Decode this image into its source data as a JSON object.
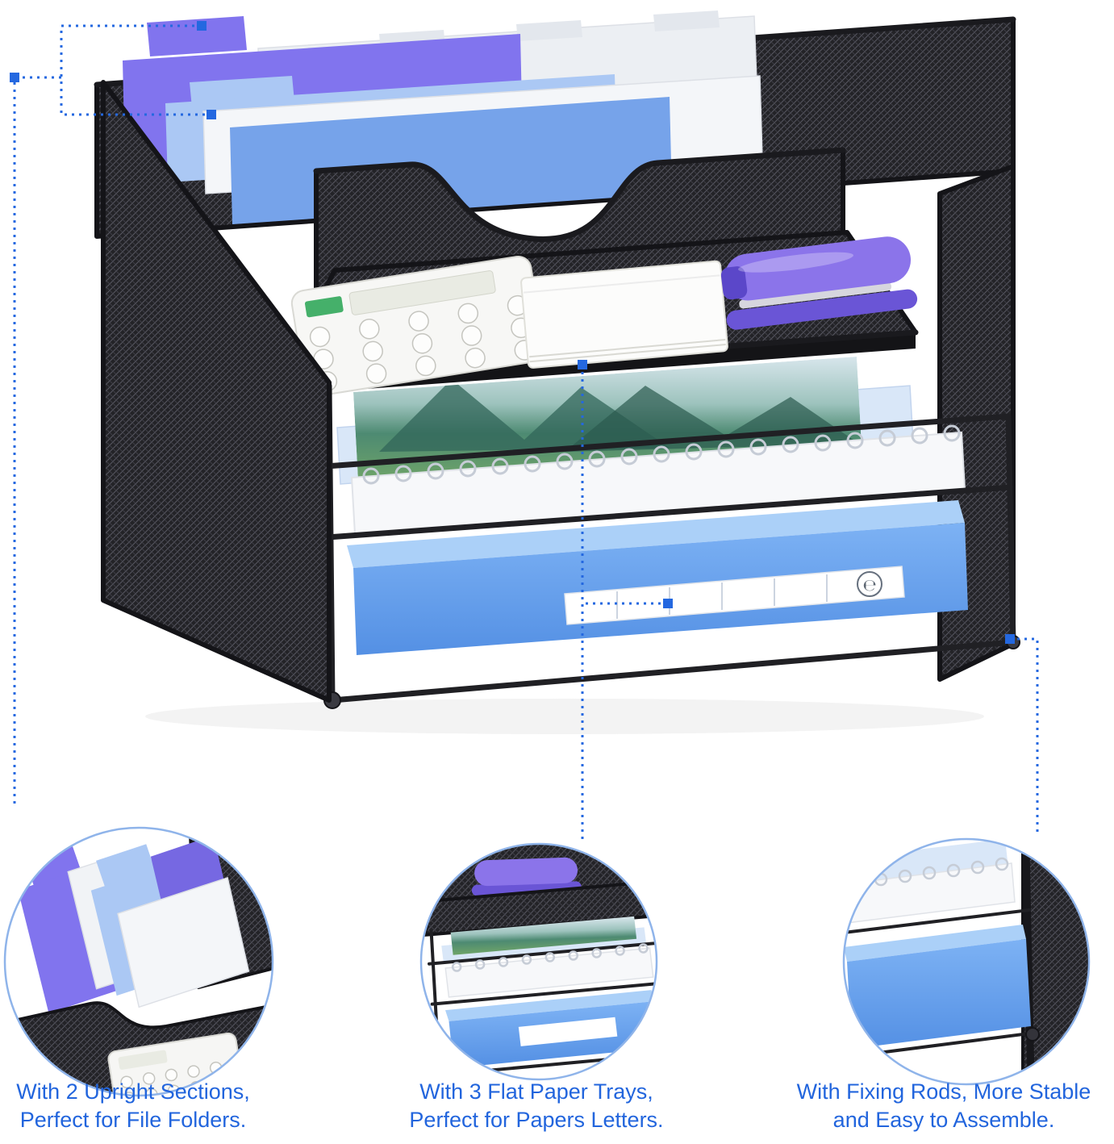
{
  "captions": [
    {
      "line1": "With 2 Upright Sections,",
      "line2": "Perfect for File Folders."
    },
    {
      "line1": "With 3 Flat Paper Trays,",
      "line2": "Perfect for Papers Letters."
    },
    {
      "line1": "With Fixing Rods, More Stable",
      "line2": "and Easy to Assemble."
    }
  ],
  "colors": {
    "caption_blue": "#2265dd",
    "callout_blue": "#2468e0",
    "inset_ring_blue": "#8fb4ea",
    "mesh_dark": "#232327",
    "mesh_line": "#585862",
    "frame_black": "#1c1c20",
    "folder_purple": "#8174ee",
    "folder_purple_dark": "#7668e2",
    "folder_light_blue": "#abc8f4",
    "file_folder_blue": "#76a3ea",
    "paper_white": "#f4f6f9",
    "stapler_purple": "#8b74ea",
    "stapler_base_purple": "#6a55d6",
    "box_blue": "#5f9def",
    "box_top_blue": "#abd0f8",
    "tablet_blue": "#d9e7f8",
    "notebook_white": "#f7f8fa",
    "calculator_key_green": "#45b06a"
  },
  "icons": {
    "box_logo_glyph": "℮"
  }
}
